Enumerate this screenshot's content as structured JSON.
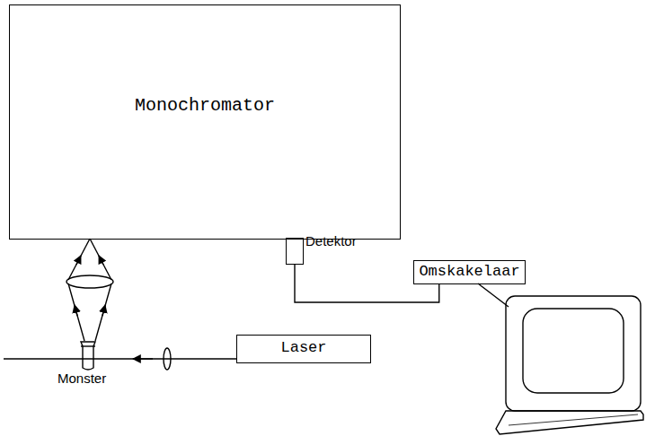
{
  "diagram": {
    "nodes": [
      {
        "text": [
          "Monochromator"
        ]
      },
      {
        "text": [
          "Detektor"
        ]
      },
      {
        "text": [
          "Omskakelaar"
        ]
      },
      {
        "text": [
          "Laser"
        ]
      }
    ],
    "edges": [
      {
        "from": 1,
        "to": 2,
        "arrow": "none"
      }
    ],
    "labels": [
      "Monster"
    ]
  }
}
